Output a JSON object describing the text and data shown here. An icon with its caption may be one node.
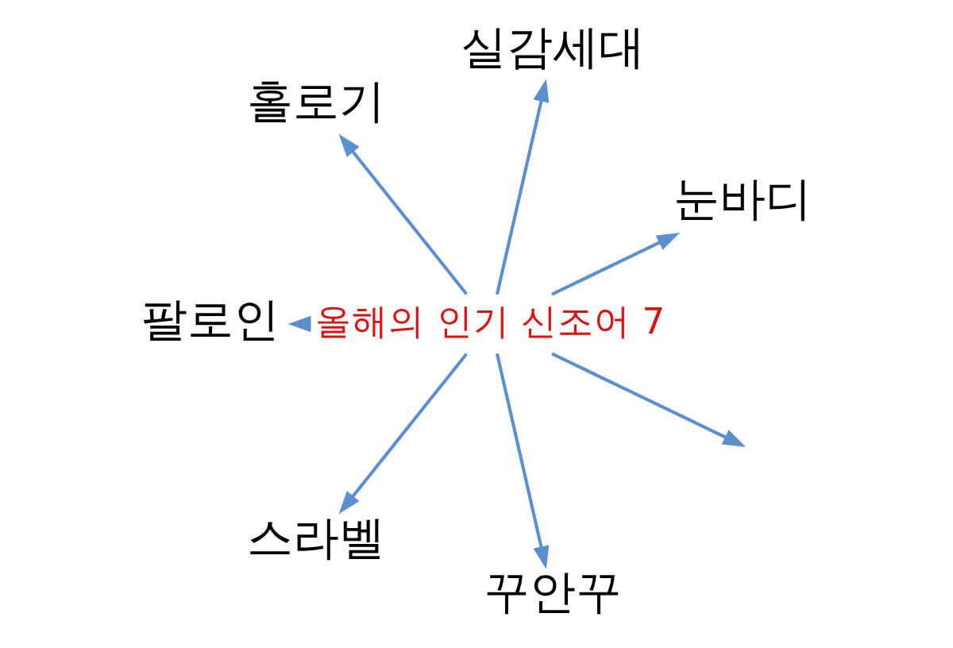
{
  "diagram": {
    "nodes": [
      {
        "text": [
          "눈바디"
        ]
      },
      {
        "text": [
          "실감세대"
        ]
      },
      {
        "text": [
          "올해의 인기 신조어 7"
        ]
      },
      {
        "text": [
          "홀로기"
        ]
      },
      {
        "text": [
          "팔로인"
        ]
      },
      {
        "text": [
          "스라벨"
        ]
      },
      {
        "text": [
          "꾸안꾸"
        ]
      }
    ],
    "edges": [
      {
        "from": 2,
        "to": null,
        "arrow": "to"
      },
      {
        "from": 2,
        "to": 0,
        "arrow": "to"
      },
      {
        "from": 2,
        "to": 1,
        "arrow": "to"
      },
      {
        "from": 2,
        "to": 3,
        "arrow": "to"
      },
      {
        "from": 2,
        "to": 4,
        "arrow": "to"
      },
      {
        "from": 2,
        "to": 5,
        "arrow": "to"
      },
      {
        "from": 2,
        "to": 6,
        "arrow": "to"
      }
    ]
  }
}
